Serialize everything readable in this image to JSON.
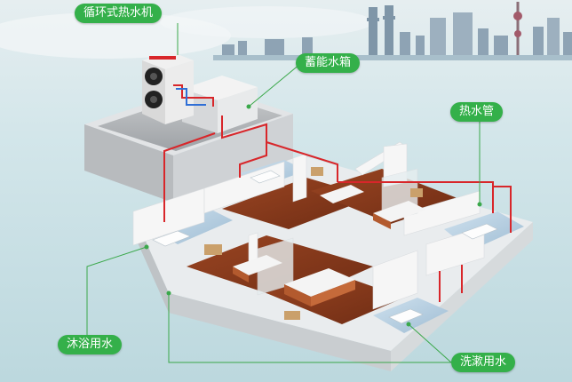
{
  "labels": {
    "heat_pump": "循环式热水机",
    "storage_tank": "蓄能水箱",
    "hot_water_pipe": "热水管",
    "bath_water": "沐浴用水",
    "wash_water": "洗漱用水"
  },
  "colors": {
    "label_bg": "#34b04a",
    "leader_line": "#3aa84a",
    "hot_pipe": "#d8262a",
    "cold_pipe": "#2f6fd6",
    "floor_wood": "#8a3b1c",
    "wall": "#f2f2f2",
    "sky": "#cfe3ea"
  },
  "icons": [
    "heat-pump-unit",
    "storage-tank",
    "city-skyline",
    "bed",
    "bathtub",
    "sofa"
  ]
}
